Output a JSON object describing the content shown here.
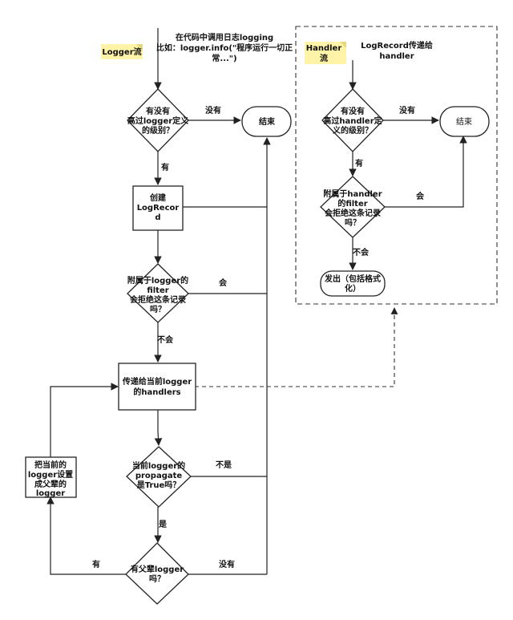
{
  "notes": {
    "logger_flow": "Logger流",
    "handler_flow_line1": "Handler",
    "handler_flow_line2": "流"
  },
  "captions": {
    "logger_start_line1": "在代码中调用日志logging",
    "logger_start_line2": "比如：logger.info(\"程序运行一切正",
    "logger_start_line3": "常...\")",
    "handler_start_line1": "LogRecord传递给",
    "handler_start_line2": "handler"
  },
  "logger_nodes": {
    "level_check": [
      "有没有",
      "高过logger定义",
      "的级别？"
    ],
    "end": "结束",
    "create_record": [
      "创建",
      "LogRecor",
      "d"
    ],
    "filter_check": [
      "附属于logger的",
      "filter",
      "会拒绝这条记录",
      "吗？"
    ],
    "pass_handlers": [
      "传递给当前logger",
      "的handlers"
    ],
    "propagate_check": [
      "当前logger的",
      "propagate",
      "是True吗？"
    ],
    "set_parent": [
      "把当前的",
      "logger设置",
      "成父辈的",
      "logger"
    ],
    "parent_check": [
      "有父辈logger",
      "吗？"
    ]
  },
  "handler_nodes": {
    "level_check": [
      "有没有",
      "高过handler定",
      "义的级别？"
    ],
    "end": "结束",
    "filter_check": [
      "附属于handler",
      "的filter",
      "会拒绝这条记录",
      "吗？"
    ],
    "emit": [
      "发出（包括格式",
      "化）"
    ]
  },
  "edge_labels": {
    "logger_level_no": "没有",
    "logger_level_yes": "有",
    "logger_filter_yes": "会",
    "logger_filter_no": "不会",
    "propagate_no": "不是",
    "propagate_yes": "是",
    "parent_yes": "有",
    "parent_no": "没有",
    "handler_level_no": "没有",
    "handler_level_yes": "有",
    "handler_filter_yes": "会",
    "handler_filter_no": "不会"
  }
}
